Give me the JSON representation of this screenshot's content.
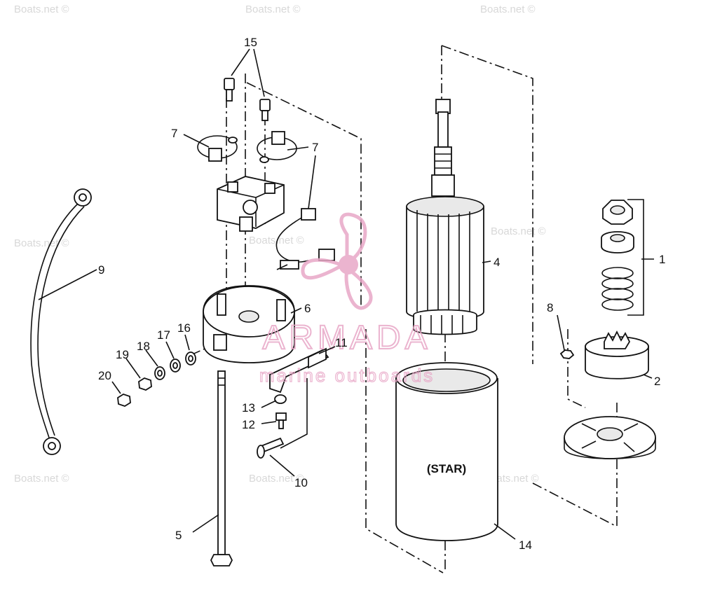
{
  "callouts": {
    "c1": "1",
    "c2": "2",
    "c4": "4",
    "c5": "5",
    "c6": "6",
    "c7a": "7",
    "c7b": "7",
    "c8": "8",
    "c9": "9",
    "c10": "10",
    "c11": "11",
    "c12": "12",
    "c13": "13",
    "c14": "14",
    "c15": "15",
    "c16": "16",
    "c17": "17",
    "c18": "18",
    "c19": "19",
    "c20": "20"
  },
  "housing_text": "(STAR)",
  "logo": {
    "brand": "ARMADA",
    "tagline": "marine outboards",
    "color": "#e8a7c7"
  },
  "watermark": "Boats.net ©"
}
